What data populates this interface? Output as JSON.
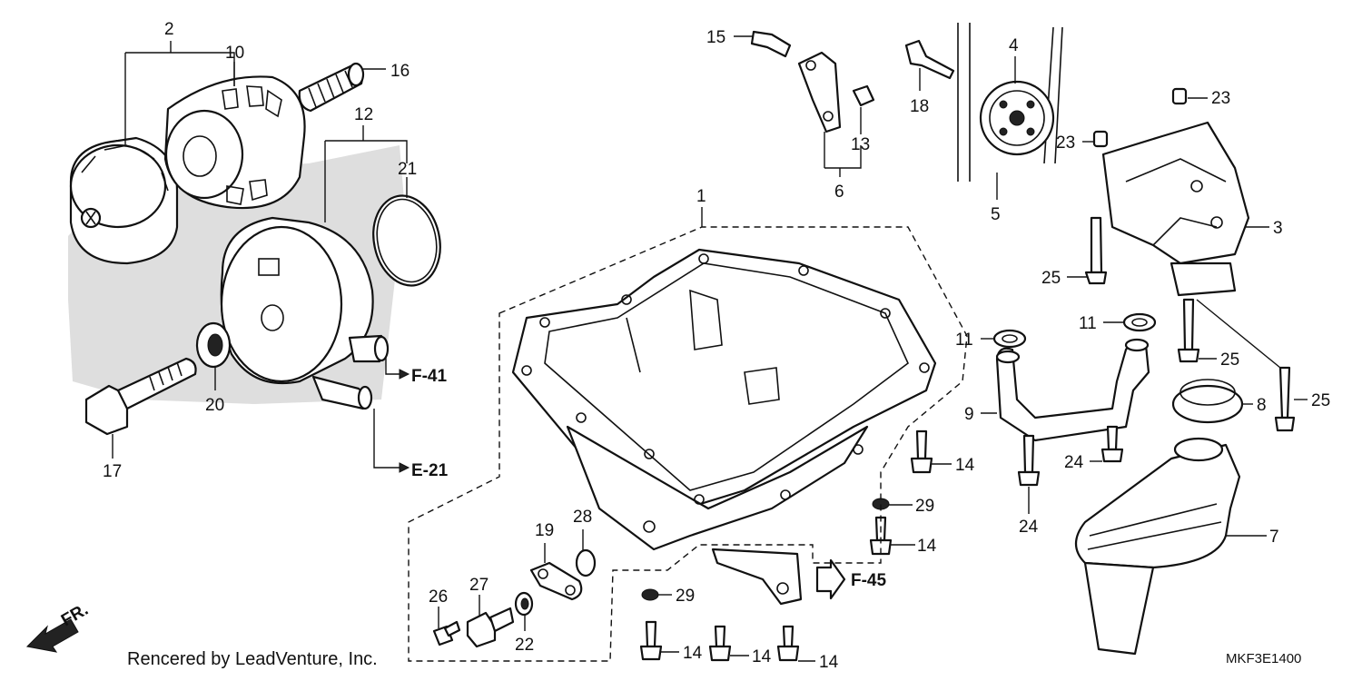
{
  "callouts": {
    "c1": "1",
    "c2": "2",
    "c3": "3",
    "c4": "4",
    "c5": "5",
    "c6": "6",
    "c7": "7",
    "c8": "8",
    "c9": "9",
    "c10": "10",
    "c11": "11",
    "c12": "12",
    "c13": "13",
    "c14": "14",
    "c15": "15",
    "c16": "16",
    "c17": "17",
    "c18": "18",
    "c19": "19",
    "c20": "20",
    "c21": "21",
    "c22": "22",
    "c23": "23",
    "c24": "24",
    "c25": "25",
    "c26": "26",
    "c27": "27",
    "c28": "28",
    "c29": "29"
  },
  "references": {
    "f41": "F-41",
    "e21": "E-21",
    "f45": "F-45",
    "front": "FR."
  },
  "footer": {
    "credit": "Rencered by LeadVenture, Inc.",
    "diagram_code": "MKF3E1400"
  }
}
